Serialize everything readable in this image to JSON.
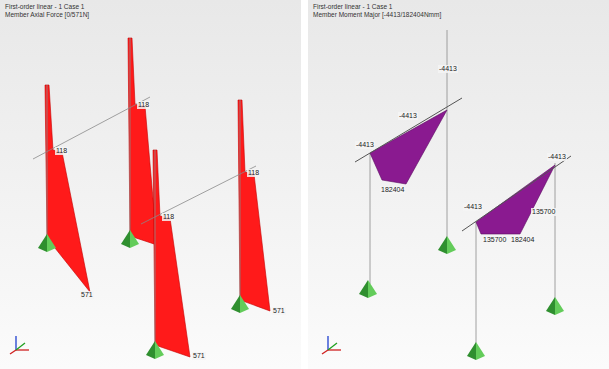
{
  "diagram": {
    "labels": [
      "First-order linear - 1 Case 1",
      "Member Axial Force [0/571N]",
      "118",
      "118",
      "118",
      "118",
      "571",
      "571",
      "571",
      "First-order linear - 1 Case 1",
      "Member Moment Major [-4413/182404Nmm]",
      "-4413",
      "-4413",
      "-4413",
      "182404",
      "-4413",
      "-4413",
      "135700",
      "135700",
      "182404"
    ]
  }
}
